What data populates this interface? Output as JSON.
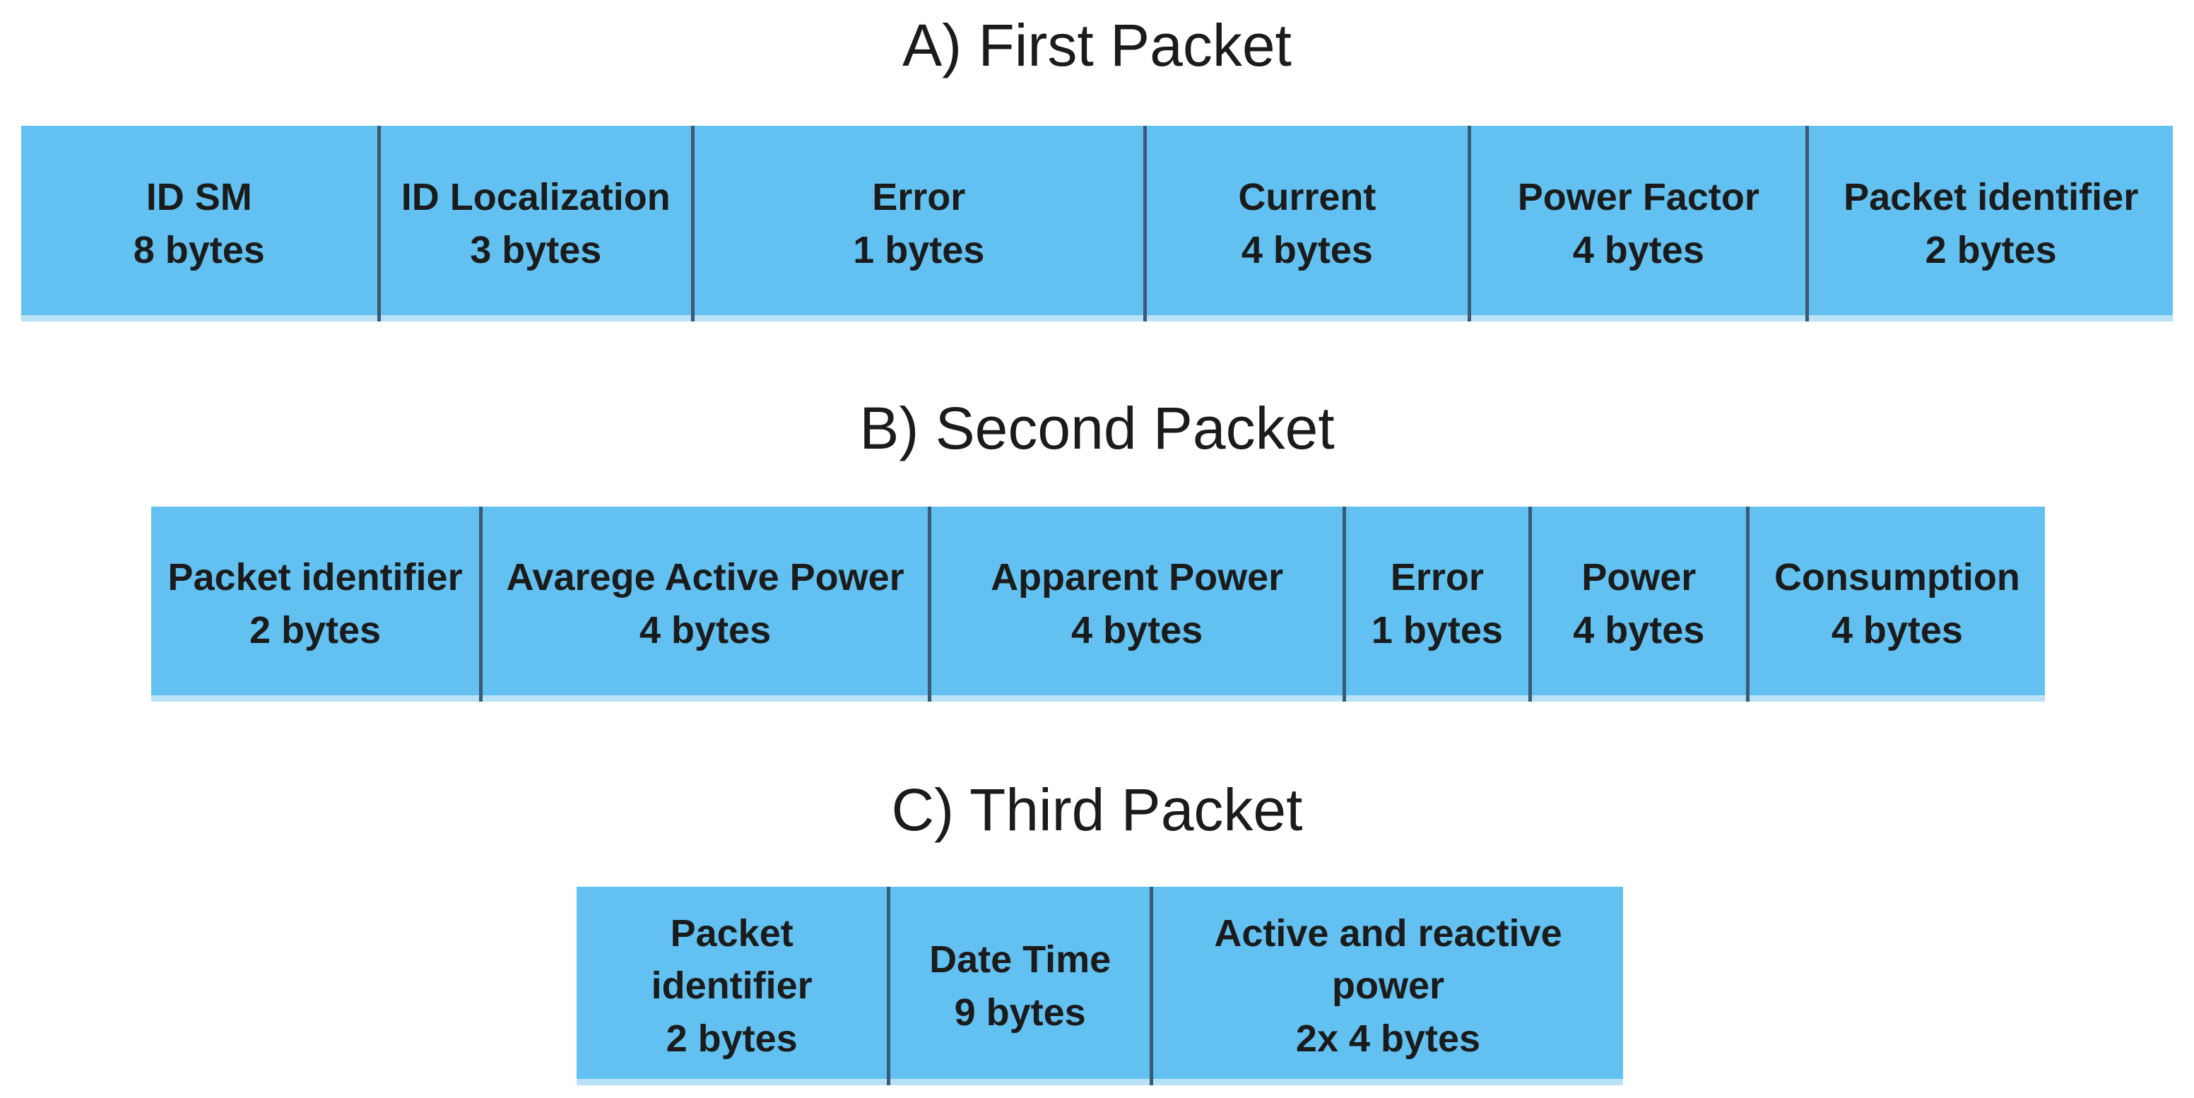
{
  "colors": {
    "cell_fill": "#62c1f0",
    "cell_edge_light": "#b9e2f7",
    "divider": "#3a5a75",
    "text": "#1b1b1b",
    "background": "#ffffff"
  },
  "packets": [
    {
      "title": "A) First Packet",
      "fields": [
        {
          "label": "ID SM",
          "size": "8 bytes"
        },
        {
          "label": "ID Localization",
          "size": "3 bytes"
        },
        {
          "label": "Error",
          "size": "1 bytes"
        },
        {
          "label": "Current",
          "size": "4 bytes"
        },
        {
          "label": "Power Factor",
          "size": "4 bytes"
        },
        {
          "label": "Packet identifier",
          "size": "2 bytes"
        }
      ]
    },
    {
      "title": "B) Second Packet",
      "fields": [
        {
          "label": "Packet identifier",
          "size": "2 bytes"
        },
        {
          "label": "Avarege Active Power",
          "size": "4 bytes"
        },
        {
          "label": "Apparent Power",
          "size": "4 bytes"
        },
        {
          "label": "Error",
          "size": "1 bytes"
        },
        {
          "label": "Power",
          "size": "4 bytes"
        },
        {
          "label": "Consumption",
          "size": "4 bytes"
        }
      ]
    },
    {
      "title": "C) Third Packet",
      "fields": [
        {
          "label": "Packet identifier",
          "size": "2 bytes"
        },
        {
          "label": "Date Time",
          "size": "9 bytes"
        },
        {
          "label": "Active and reactive power",
          "size": "2x 4 bytes"
        }
      ]
    }
  ]
}
